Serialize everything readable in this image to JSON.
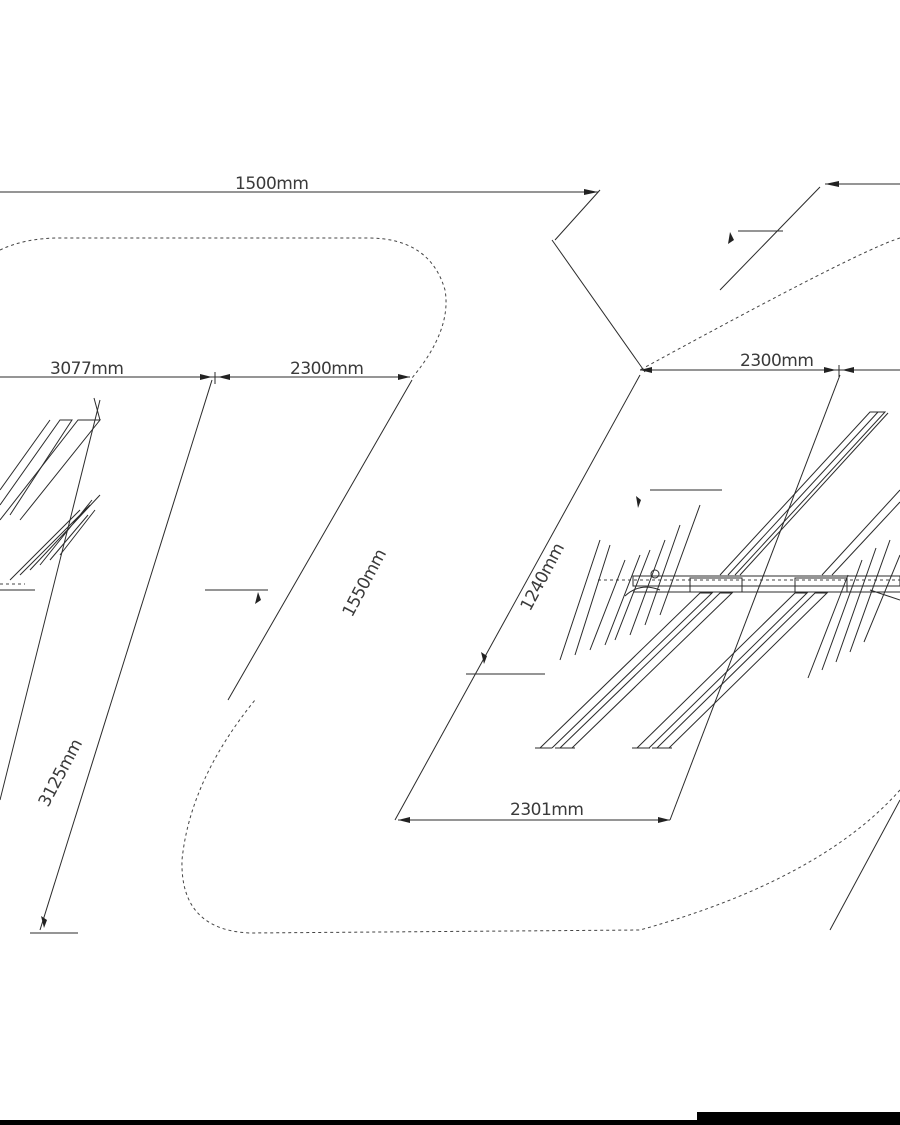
{
  "dimensions": {
    "overall_width": "1500mm",
    "left_segment": "3077mm",
    "middle_segment": "2300mm",
    "right_top_segment": "2300mm",
    "bottom_span": "2301mm",
    "center_height": "1550mm",
    "right_height": "1240mm",
    "left_height": "3125mm"
  }
}
